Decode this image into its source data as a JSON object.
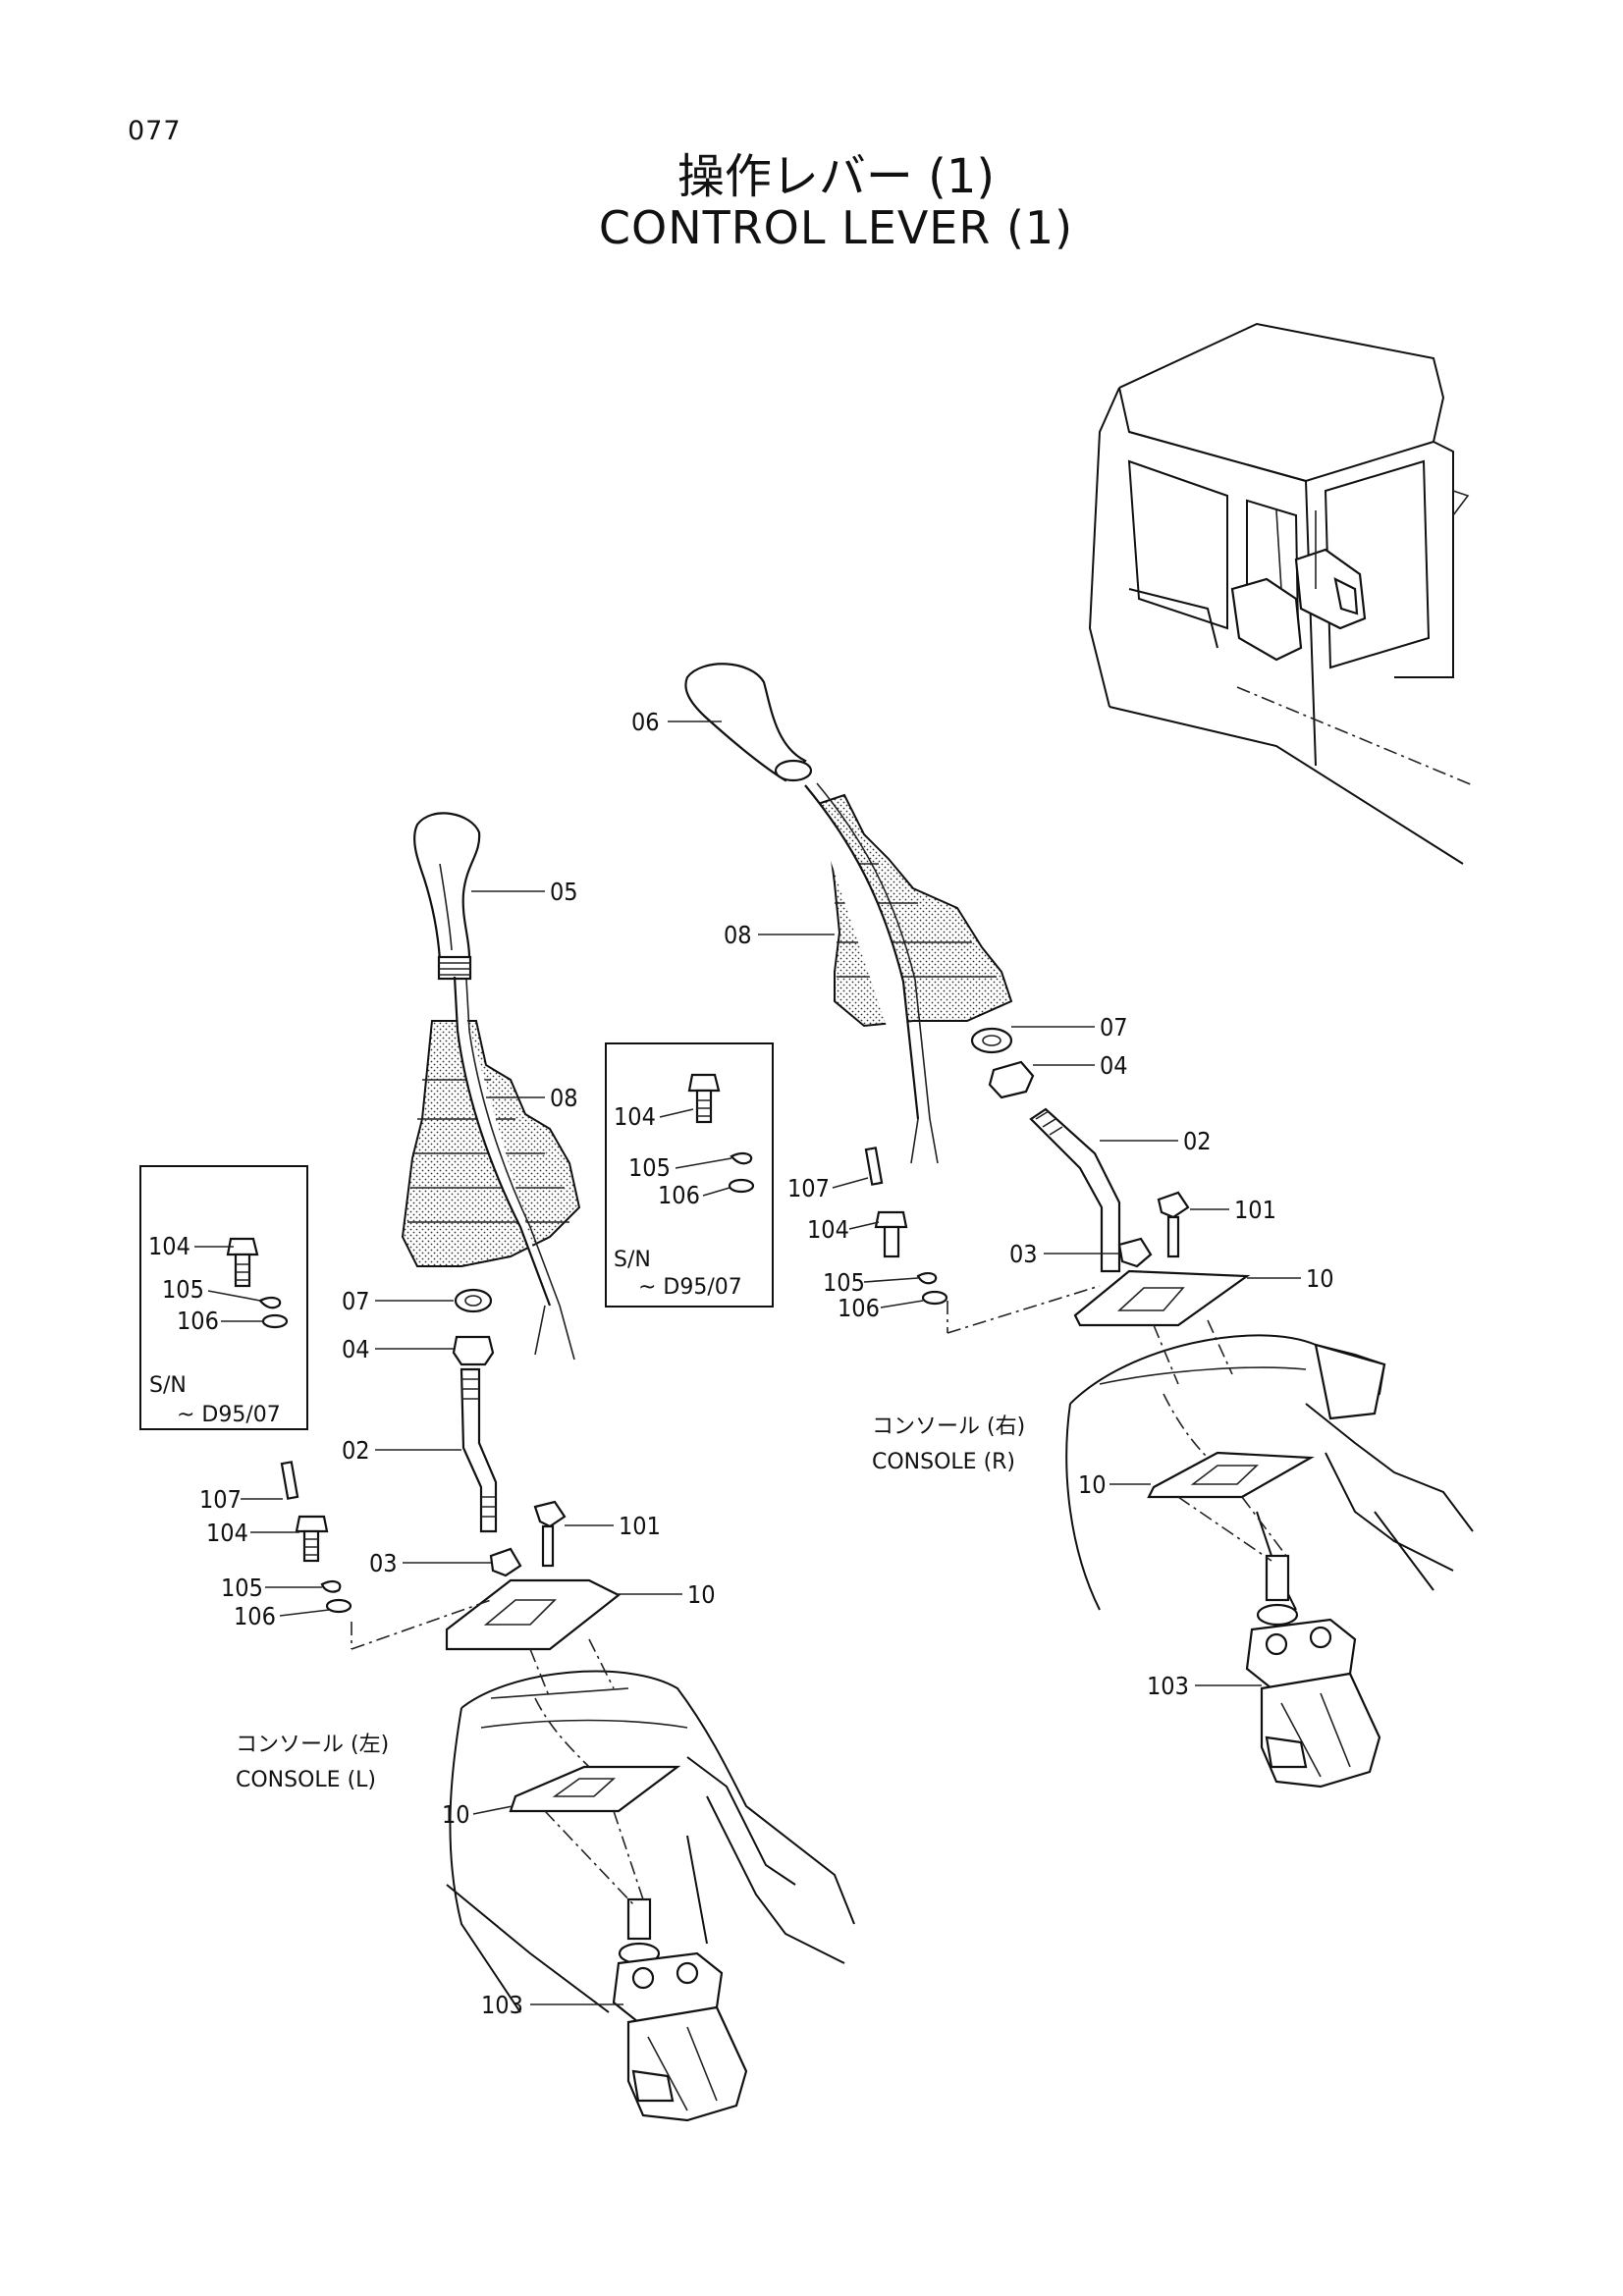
{
  "page_number": "077",
  "title_jp": "操作レバー (1)",
  "title_en": "CONTROL LEVER (1)",
  "consoles": {
    "left_jp": "コンソール (左)",
    "left_en": "CONSOLE (L)",
    "right_jp": "コンソール (右)",
    "right_en": "CONSOLE (R)"
  },
  "inset_boxes": [
    {
      "sn": "S/N",
      "range": "~ D95/07",
      "labels": [
        "104",
        "105",
        "106"
      ]
    },
    {
      "sn": "S/N",
      "range": "~ D95/07",
      "labels": [
        "104",
        "105",
        "106"
      ]
    }
  ],
  "callouts_left": [
    "05",
    "08",
    "07",
    "04",
    "02",
    "107",
    "104",
    "101",
    "03",
    "105",
    "106",
    "10",
    "10",
    "103"
  ],
  "callouts_right": [
    "06",
    "08",
    "07",
    "04",
    "02",
    "107",
    "104",
    "101",
    "03",
    "105",
    "106",
    "10",
    "10",
    "103"
  ]
}
